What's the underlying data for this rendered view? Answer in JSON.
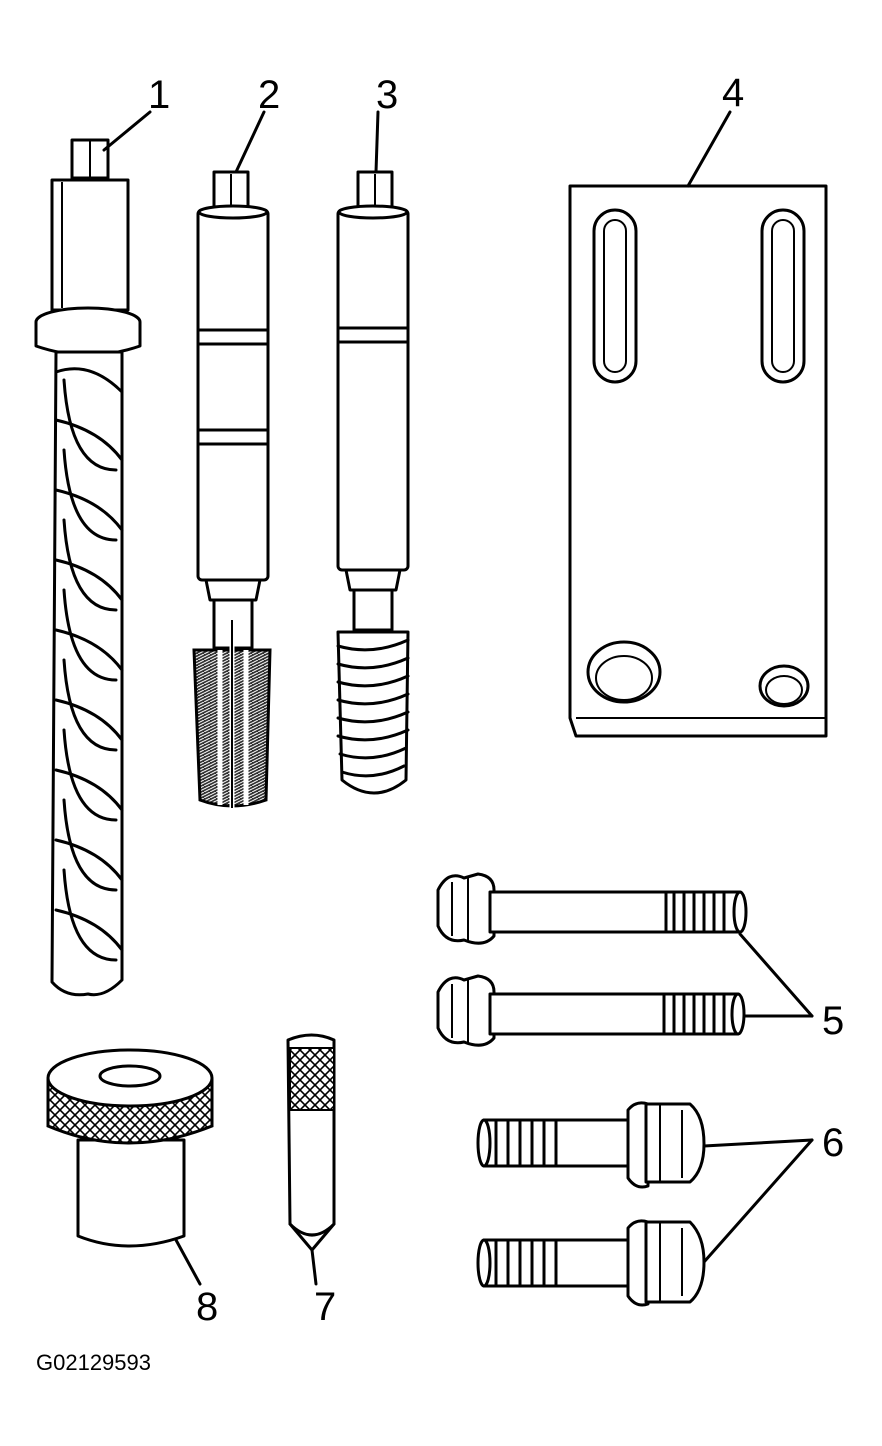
{
  "figure_id": "G02129593",
  "callouts": {
    "c1": "1",
    "c2": "2",
    "c3": "3",
    "c4": "4",
    "c5": "5",
    "c6": "6",
    "c7": "7",
    "c8": "8"
  },
  "parts": [
    {
      "callout": "1",
      "depicts": "twist drill with square drive and stop collar"
    },
    {
      "callout": "2",
      "depicts": "thread tap with square drive"
    },
    {
      "callout": "3",
      "depicts": "thread tap with square drive"
    },
    {
      "callout": "4",
      "depicts": "slotted guide plate"
    },
    {
      "callout": "5",
      "depicts": "flange bolts (long)"
    },
    {
      "callout": "6",
      "depicts": "flange bolts (short)"
    },
    {
      "callout": "7",
      "depicts": "knurled pin"
    },
    {
      "callout": "8",
      "depicts": "knurled bushing"
    }
  ]
}
